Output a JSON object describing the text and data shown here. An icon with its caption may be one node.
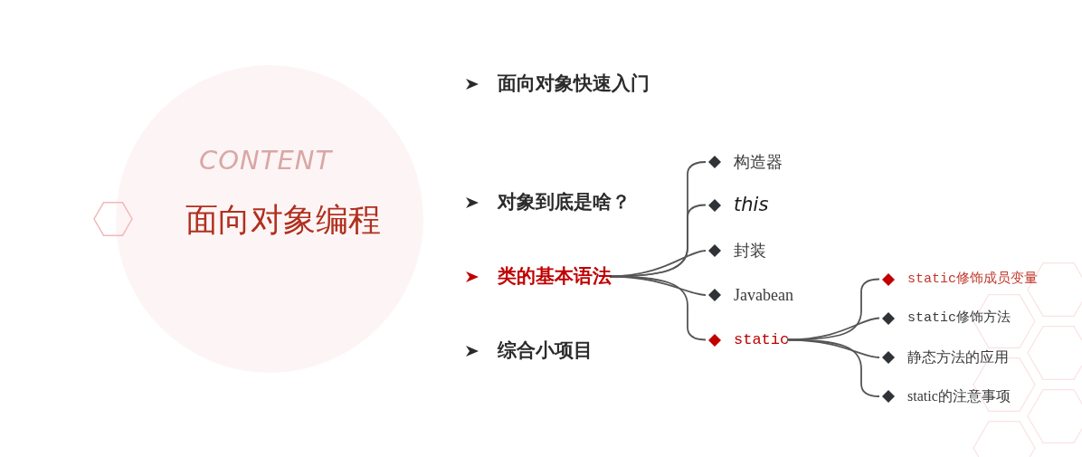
{
  "diagram": {
    "title": "面向对象编程",
    "nodes": [
      {
        "text": [
          "面向对象快速入门"
        ]
      },
      {
        "text": [
          "对象到底是啥？"
        ]
      },
      {
        "text": [
          "类的基本语法"
        ]
      },
      {
        "text": [
          "综合小项目"
        ]
      },
      {
        "text": [
          "构造器"
        ]
      },
      {
        "text": [
          "this"
        ]
      },
      {
        "text": [
          "封装"
        ]
      },
      {
        "text": [
          "Javabean"
        ]
      },
      {
        "text": [
          "static"
        ]
      },
      {
        "text": [
          "static修饰成员变量"
        ]
      },
      {
        "text": [
          "static修饰方法"
        ]
      },
      {
        "text": [
          "静态方法的应用"
        ]
      },
      {
        "text": [
          "static的注意事项"
        ]
      }
    ],
    "edges": [
      {
        "from": 2,
        "to": 4,
        "arrow": "none"
      },
      {
        "from": 2,
        "to": 5,
        "arrow": "none"
      },
      {
        "from": 2,
        "to": 6,
        "arrow": "none"
      },
      {
        "from": 2,
        "to": 7,
        "arrow": "none"
      },
      {
        "from": 2,
        "to": 8,
        "arrow": "none"
      },
      {
        "from": 8,
        "to": 9,
        "arrow": "none"
      },
      {
        "from": 8,
        "to": 10,
        "arrow": "none"
      },
      {
        "from": 8,
        "to": 11,
        "arrow": "none"
      },
      {
        "from": 8,
        "to": 12,
        "arrow": "none"
      }
    ],
    "labels": [
      "CONTENT"
    ]
  }
}
